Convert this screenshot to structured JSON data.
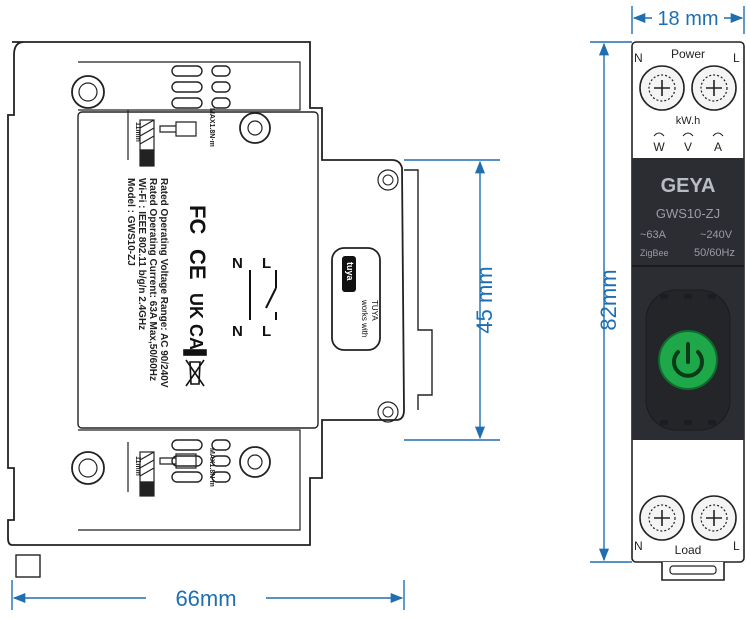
{
  "dimensions": {
    "width": "66mm",
    "height": "82mm",
    "depth": "45 mm",
    "module_width": "18 mm"
  },
  "side_label": {
    "lines": [
      "Model : GWS10-ZJ",
      "Wi-Fi : IEEE 802.11 b/g/n 2.4GHz",
      "Rated Operating Current:  63A Max,50/60Hz",
      "Rated Operating Voltage Range:  AC 90/240V"
    ],
    "certifications": [
      "FC",
      "CE",
      "UK CA"
    ],
    "wiring": {
      "top_left": "N",
      "top_right": "L",
      "bottom_left": "N",
      "bottom_right": "L"
    },
    "torque": "MAX1.8N·m",
    "strip_length": "11mm"
  },
  "tuya_badge": {
    "logo": "tuya",
    "text_line1": "works with",
    "text_line2": "TUYA"
  },
  "front": {
    "power_label": "Power",
    "load_label": "Load",
    "terminal_n": "N",
    "terminal_l": "L",
    "kwh_label": "kW.h",
    "indicators": [
      "W",
      "V",
      "A"
    ],
    "brand": "GEYA",
    "model": "GWS10-ZJ",
    "current": "~63A",
    "voltage": "~240V",
    "protocol": "ZigBee",
    "frequency": "50/60Hz",
    "accent_color": "#1fa84a",
    "body_color": "#2b2d33",
    "dimension_color": "#1f6fb0"
  }
}
